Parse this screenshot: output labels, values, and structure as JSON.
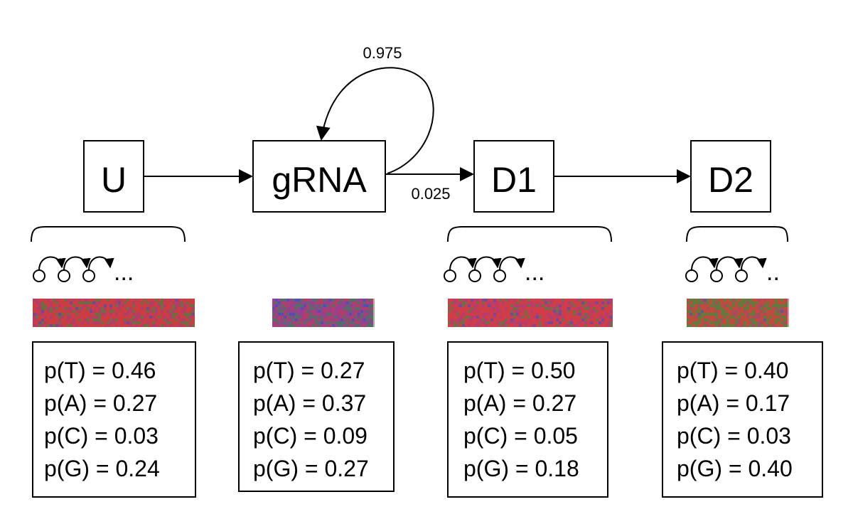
{
  "states": [
    {
      "id": "U",
      "label": "U",
      "self_loop": false,
      "probs": [
        "p(T) = 0.46",
        "p(A) = 0.27",
        "p(C) = 0.03",
        "p(G) = 0.24"
      ],
      "markov_chain": true,
      "ellipsis": "...",
      "seq_tint": "#b8404f"
    },
    {
      "id": "gRNA",
      "label": "gRNA",
      "self_loop": true,
      "probs": [
        "p(T) = 0.27",
        "p(A) = 0.37",
        "p(C) = 0.09",
        "p(G) = 0.27"
      ],
      "markov_chain": false,
      "ellipsis": "",
      "seq_tint": "#7a45a8"
    },
    {
      "id": "D1",
      "label": "D1",
      "self_loop": false,
      "probs": [
        "p(T) = 0.50",
        "p(A) = 0.27",
        "p(C) = 0.05",
        "p(G) = 0.18"
      ],
      "markov_chain": true,
      "ellipsis": "...",
      "seq_tint": "#c4405a"
    },
    {
      "id": "D2",
      "label": "D2",
      "self_loop": false,
      "probs": [
        "p(T) = 0.40",
        "p(A) = 0.17",
        "p(C) = 0.03",
        "p(G) = 0.40"
      ],
      "markov_chain": true,
      "ellipsis": "..",
      "seq_tint": "#a06040"
    }
  ],
  "transitions": {
    "self_loop_gRNA": "0.975",
    "gRNA_to_D1": "0.025"
  },
  "colors": {
    "line": "#000000",
    "nucleotide_T": "#d83a3a",
    "nucleotide_A": "#b03a78",
    "nucleotide_C": "#3a50c8",
    "nucleotide_G": "#3a8a3a"
  }
}
